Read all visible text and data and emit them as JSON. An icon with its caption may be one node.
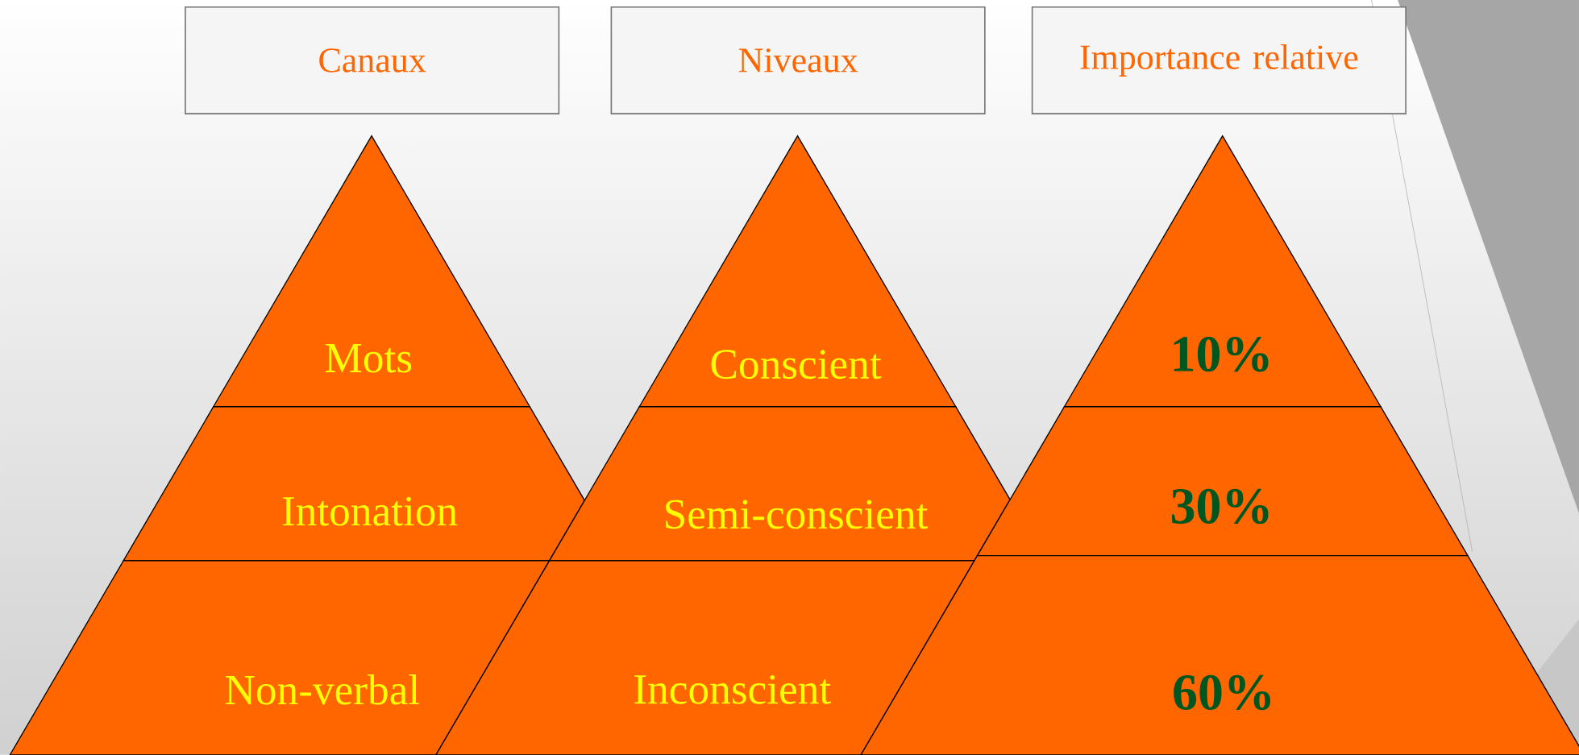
{
  "diagram": {
    "nodes": [
      {
        "text": [
          "Canaux"
        ]
      },
      {
        "text": [
          "Niveaux"
        ]
      },
      {
        "text": [
          "Importance relative"
        ]
      },
      {
        "text": [
          "Mots"
        ]
      },
      {
        "text": [
          "Intonation"
        ]
      },
      {
        "text": [
          "Non-verbal"
        ]
      },
      {
        "text": [
          "Conscient"
        ]
      },
      {
        "text": [
          "Semi-conscient"
        ]
      },
      {
        "text": [
          "Inconscient"
        ]
      },
      {
        "text": [
          "10%"
        ]
      },
      {
        "text": [
          "30%"
        ]
      },
      {
        "text": [
          "60%"
        ]
      }
    ]
  }
}
